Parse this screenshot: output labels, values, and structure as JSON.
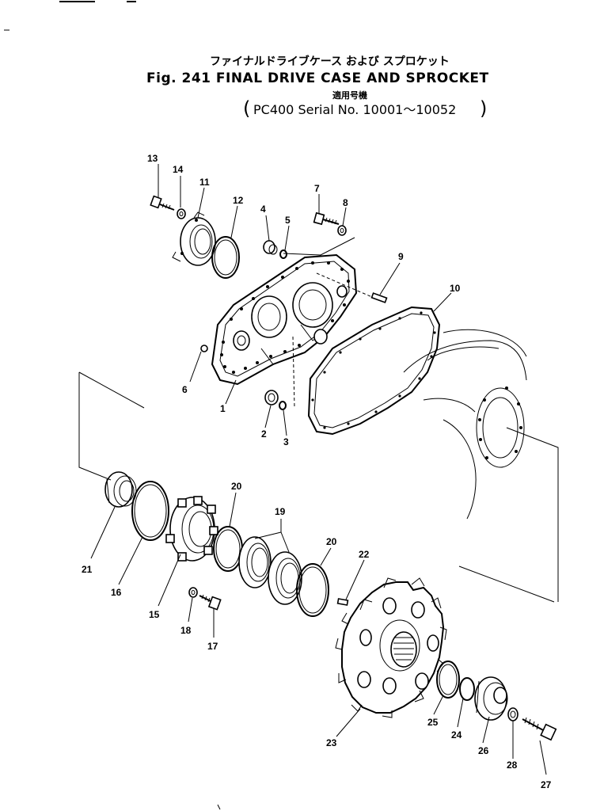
{
  "header": {
    "title_jp": "ファイナルドライブケース および スプロケット",
    "title_en": "Fig. 241 FINAL DRIVE CASE AND SPROCKET",
    "serial_jp": "適用号機",
    "serial_open": "(",
    "serial_en": "PC400 Serial No. 10001～10052",
    "serial_close": ")"
  },
  "callouts": {
    "p1": "1",
    "p2": "2",
    "p3": "3",
    "p4": "4",
    "p5": "5",
    "p6": "6",
    "p7": "7",
    "p8": "8",
    "p9": "9",
    "p10": "10",
    "p11": "11",
    "p12": "12",
    "p13": "13",
    "p14": "14",
    "p15": "15",
    "p16": "16",
    "p17": "17",
    "p18": "18",
    "p19": "19",
    "p20a": "20",
    "p20b": "20",
    "p21": "21",
    "p22": "22",
    "p23": "23",
    "p24": "24",
    "p25": "25",
    "p26": "26",
    "p27": "27",
    "p28": "28"
  }
}
